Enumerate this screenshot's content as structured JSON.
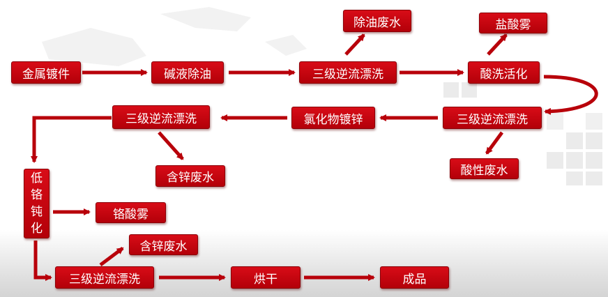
{
  "nodes": {
    "metal_part": "金属镀件",
    "alkaline_degrease": "碱液除油",
    "rinse_1": "三级逆流漂洗",
    "degrease_wastewater": "除油废水",
    "acid_activation": "酸洗活化",
    "hcl_mist": "盐酸雾",
    "rinse_2": "三级逆流漂洗",
    "acid_wastewater": "酸性废水",
    "chloride_zinc_plating": "氯化物镀锌",
    "rinse_3": "三级逆流漂洗",
    "zinc_wastewater_1": "含锌废水",
    "low_chrome_passivation": [
      "低",
      "铬",
      "钝",
      "化"
    ],
    "chrome_mist": "铬酸雾",
    "zinc_wastewater_2": "含锌废水",
    "rinse_4": "三级逆流漂洗",
    "drying": "烘干",
    "finished_product": "成品"
  },
  "colors": {
    "box_fill": "#c9000d",
    "arrow": "#b8000a",
    "background": "#ffffff"
  }
}
